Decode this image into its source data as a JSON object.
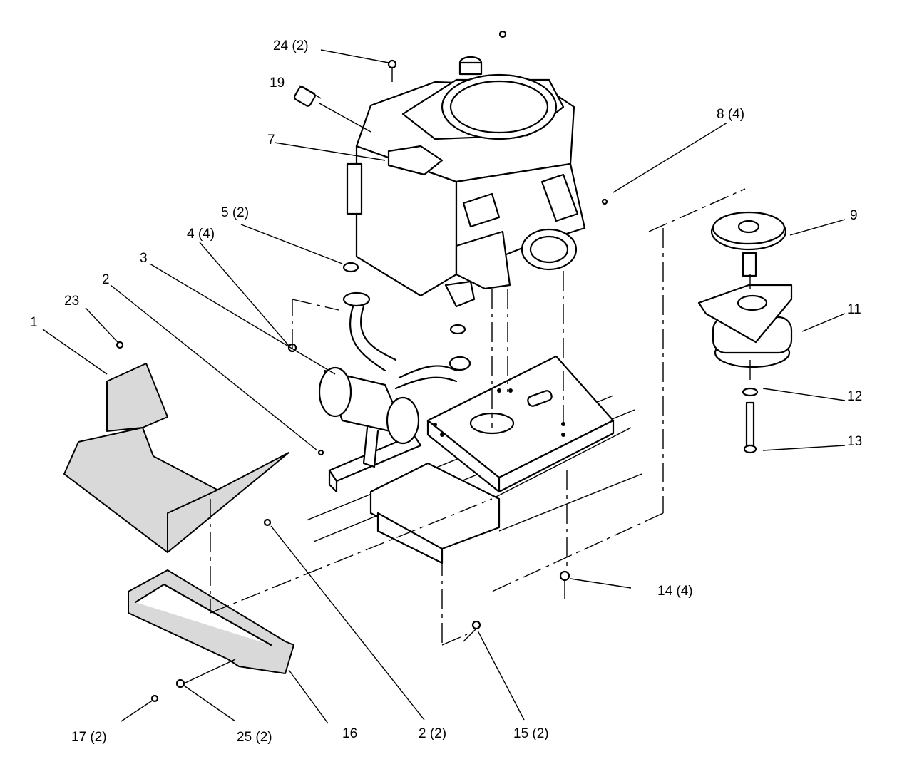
{
  "callouts": [
    {
      "id": "c24",
      "text": "24 (2)"
    },
    {
      "id": "c19",
      "text": "19"
    },
    {
      "id": "c7",
      "text": "7"
    },
    {
      "id": "c8",
      "text": "8 (4)"
    },
    {
      "id": "c9",
      "text": "9"
    },
    {
      "id": "c5",
      "text": "5 (2)"
    },
    {
      "id": "c4",
      "text": "4 (4)"
    },
    {
      "id": "c3",
      "text": "3"
    },
    {
      "id": "c2",
      "text": "2"
    },
    {
      "id": "c23",
      "text": "23"
    },
    {
      "id": "c1",
      "text": "1"
    },
    {
      "id": "c11",
      "text": "11"
    },
    {
      "id": "c12",
      "text": "12"
    },
    {
      "id": "c13",
      "text": "13"
    },
    {
      "id": "c14",
      "text": "14 (4)"
    },
    {
      "id": "c15",
      "text": "15 (2)"
    },
    {
      "id": "c2b",
      "text": "2 (2)"
    },
    {
      "id": "c16",
      "text": "16"
    },
    {
      "id": "c25",
      "text": "25 (2)"
    },
    {
      "id": "c17",
      "text": "17 (2)"
    }
  ]
}
